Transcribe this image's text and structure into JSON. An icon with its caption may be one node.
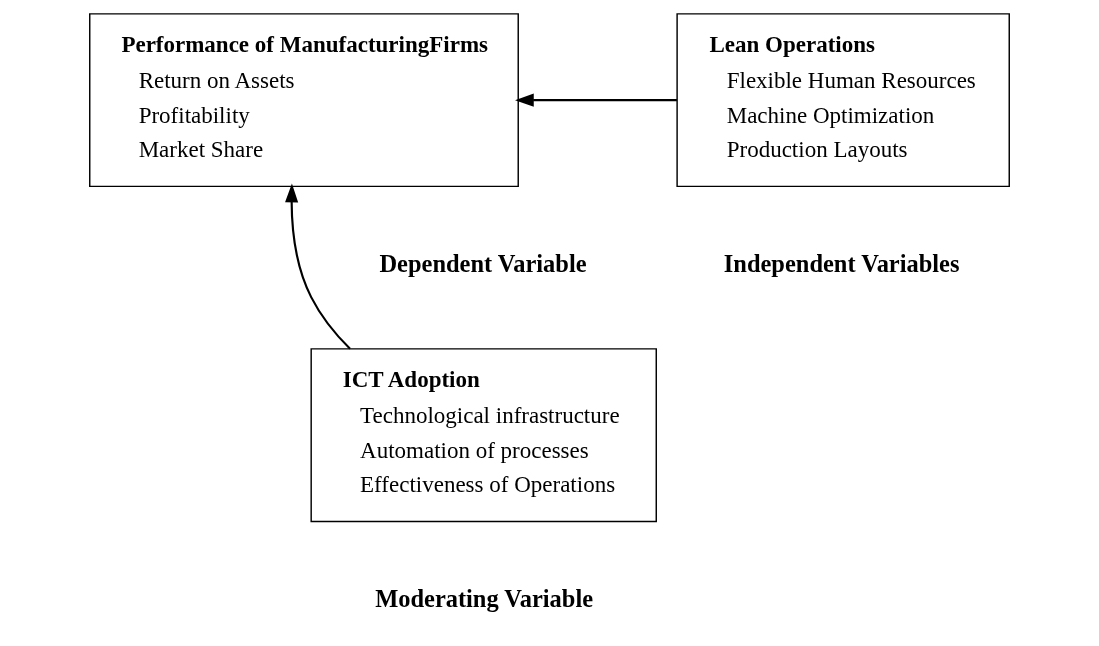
{
  "diagram": {
    "nodes": [
      {
        "text": [
          "Lean Operations",
          "Flexible Human Resources",
          "Machine Optimization",
          "Production Layouts"
        ]
      },
      {
        "text": [
          "Performance of ManufacturingFirms",
          "Return on Assets",
          "Profitability",
          "Market Share"
        ]
      },
      {
        "text": [
          "ICT Adoption",
          "Technological infrastructure",
          "Automation of processes",
          "Effectiveness of Operations"
        ]
      }
    ],
    "edges": [
      {
        "from": 0,
        "to": 1,
        "arrow": "to"
      },
      {
        "from": 2,
        "to": 1,
        "arrow": "to"
      }
    ],
    "labels": [
      "Dependent Variable",
      "Independent Variables",
      "Moderating Variable"
    ]
  }
}
